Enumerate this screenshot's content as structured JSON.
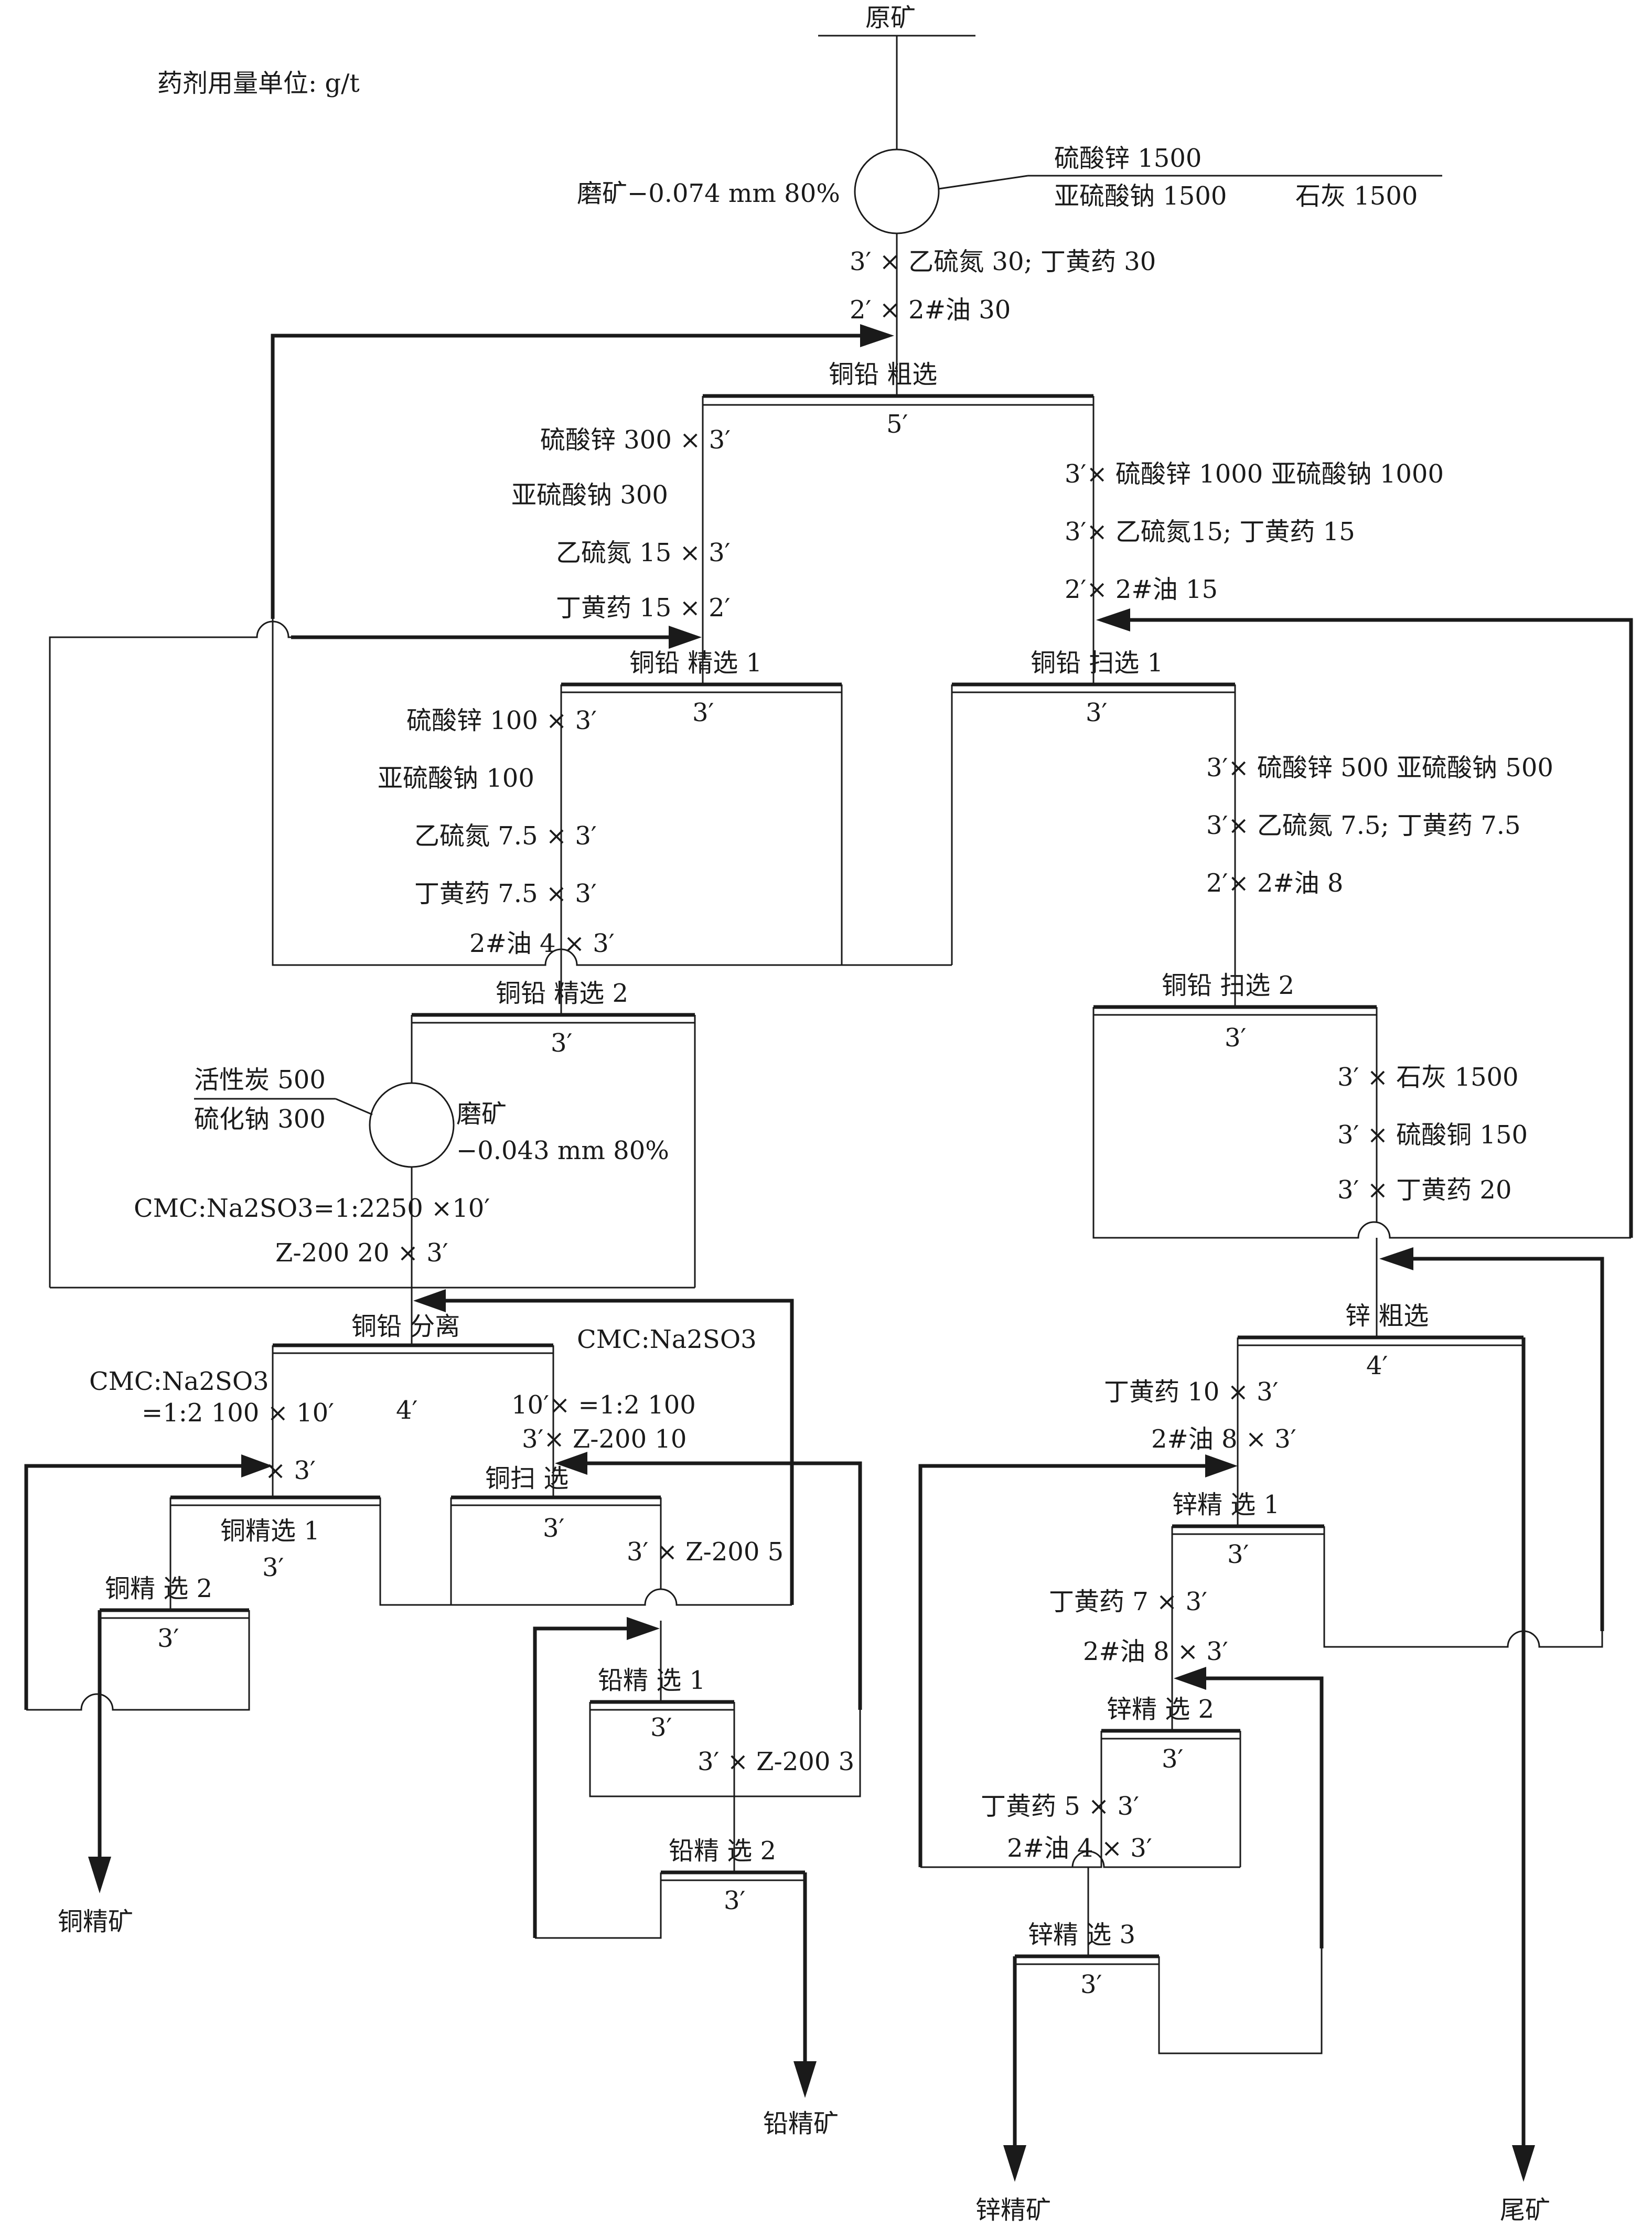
{
  "unit_note": "药剂用量单位: g/t",
  "raw_ore": "原矿",
  "grind1": {
    "label": "磨矿−0.074 mm 80%",
    "reagent1": "硫酸锌 1500",
    "reagent2": "亚硫酸钠 1500",
    "reagent3": "石灰 1500"
  },
  "r_rough_1": "3′ × 乙硫氮 30; 丁黄药 30",
  "r_rough_2": "2′ × 2#油 30",
  "cuPb_rough": {
    "name": "铜铅  粗选",
    "time": "5′"
  },
  "cl1_r1": "硫酸锌 300 × 3′",
  "cl1_r2": "亚硫酸钠 300",
  "cl1_r3": "乙硫氮 15 × 3′",
  "cl1_r4": "丁黄药 15 × 2′",
  "sc1_r1": "3′× 硫酸锌 1000 亚硫酸钠 1000",
  "sc1_r2": "3′× 乙硫氮15; 丁黄药 15",
  "sc1_r3": "2′× 2#油 15",
  "cuPb_clean1": {
    "name": "铜铅  精选 1",
    "time": "3′"
  },
  "cuPb_scav1": {
    "name": "铜铅  扫选 1",
    "time": "3′"
  },
  "cl2_r1": "硫酸锌 100 × 3′",
  "cl2_r2": "亚硫酸钠 100",
  "cl2_r3": "乙硫氮 7.5 × 3′",
  "cl2_r4": "丁黄药 7.5 × 3′",
  "cl2_r5": "2#油 4 × 3′",
  "sc2_r1": "3′× 硫酸锌 500 亚硫酸钠 500",
  "sc2_r2": "3′× 乙硫氮 7.5; 丁黄药 7.5",
  "sc2_r3": "2′× 2#油 8",
  "cuPb_clean2": {
    "name": "铜铅  精选 2",
    "time": "3′"
  },
  "cuPb_scav2": {
    "name": "铜铅    扫选 2",
    "time": "3′"
  },
  "zn_r1": "3′ × 石灰 1500",
  "zn_r2": "3′ × 硫酸铜 150",
  "zn_r3": "3′ × 丁黄药 20",
  "grind2": {
    "reagent1": "活性炭 500",
    "reagent2": "硫化钠 300",
    "label1": "磨矿",
    "label2": "−0.043 mm 80%"
  },
  "sep_r1": "CMC:Na2SO3=1:2250 ×10′",
  "sep_r2": "Z-200  20 × 3′",
  "cuPb_sep": {
    "name": "铜铅  分离",
    "time": "4′"
  },
  "cu_r1a": "CMC:Na2SO3",
  "cu_r1b": "=1:2   100 × 10′",
  "cu_r2": "× 3′",
  "pb_r1a": "CMC:Na2SO3",
  "pb_r1b": "10′× =1:2  100",
  "pb_r2": "3′× Z-200 10",
  "cu_clean1": {
    "name": "铜精选 1",
    "time": "3′"
  },
  "cu_clean2": {
    "name": "铜精  选 2",
    "time": "3′"
  },
  "cu_scav": {
    "name": "铜扫  选",
    "time": "3′"
  },
  "pb_r3": "3′ × Z-200 5",
  "pb_clean1": {
    "name": "铅精  选 1",
    "time": "3′"
  },
  "pb_r4": "3′ × Z-200 3",
  "pb_clean2": {
    "name": "铅精   选  2",
    "time": "3′"
  },
  "zn_rough": {
    "name": "锌  粗选",
    "time": "4′"
  },
  "zn_c1_r1": "丁黄药 10 × 3′",
  "zn_c1_r2": "2#油 8 × 3′",
  "zn_clean1": {
    "name": "锌精  选 1",
    "time": "3′"
  },
  "zn_c2_r1": "丁黄药 7 × 3′",
  "zn_c2_r2": "2#油 8 × 3′",
  "zn_clean2": {
    "name": "锌精  选 2",
    "time": "3′"
  },
  "zn_c3_r1": "丁黄药 5 × 3′",
  "zn_c3_r2": "2#油 4 × 3′",
  "zn_clean3": {
    "name": "锌精  选 3",
    "time": "3′"
  },
  "product_cu": "铜精矿",
  "product_pb": "铅精矿",
  "product_zn": "锌精矿",
  "tailings": "尾矿"
}
